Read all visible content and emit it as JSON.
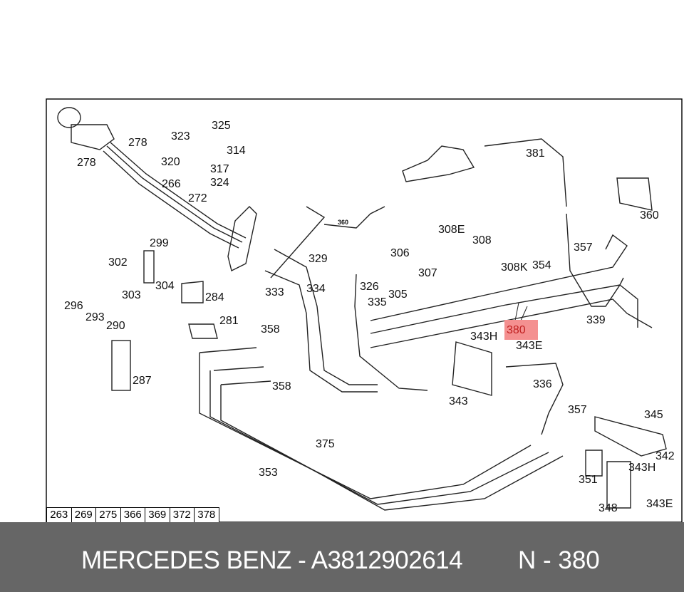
{
  "labels": [
    "278",
    "278",
    "325",
    "323",
    "314",
    "320",
    "317",
    "324",
    "266",
    "272",
    "360",
    "381",
    "360",
    "308E",
    "308",
    "357",
    "299",
    "302",
    "329",
    "306",
    "307",
    "308K",
    "354",
    "303",
    "304",
    "284",
    "333",
    "334",
    "326",
    "305",
    "335",
    "296",
    "293",
    "290",
    "281",
    "358",
    "343H",
    "343E",
    "339",
    "287",
    "358",
    "336",
    "343",
    "357",
    "345",
    "375",
    "342",
    "353",
    "343H",
    "351",
    "348",
    "343E"
  ],
  "highlight_label": "380",
  "bottom_cells": [
    "263",
    "269",
    "275",
    "366",
    "369",
    "372",
    "378"
  ],
  "footer": {
    "brand_part": "MERCEDES BENZ - A3812902614",
    "position": "N - 380"
  },
  "colors": {
    "highlight": "#f49090",
    "footer_bg": "#666666"
  }
}
